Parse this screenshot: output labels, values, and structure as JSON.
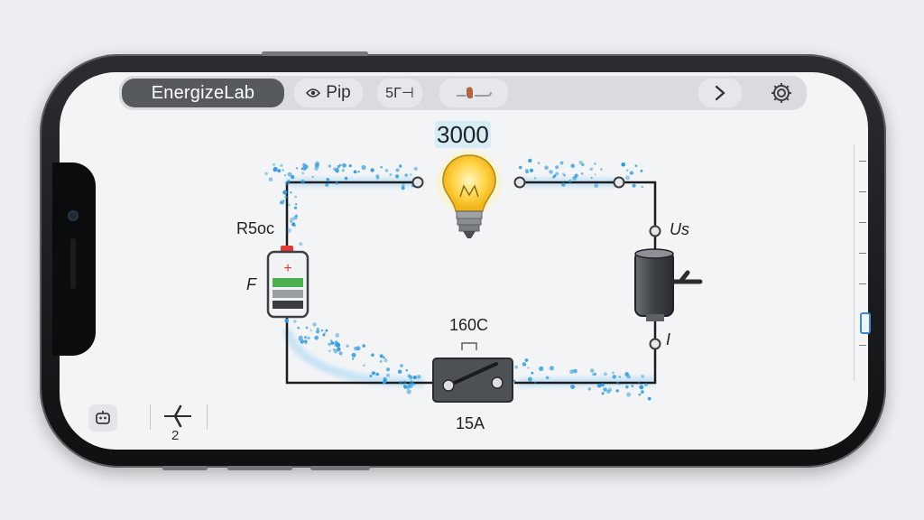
{
  "toolbar": {
    "app_title": "EnergizeLab",
    "pip_label": "Pip",
    "button_2_label": "5Γ⊣",
    "next_icon": "chevron-right-icon",
    "settings_icon": "gear-icon"
  },
  "circuit": {
    "lamp_value": "3000",
    "battery_label": "R5oc",
    "battery_side_label": "F",
    "motor_label_top": "Us",
    "motor_label_bottom": "I",
    "switch_label_top": "160C",
    "switch_label_bottom": "15A"
  },
  "bottom_bar": {
    "wire_count": "2"
  },
  "colors": {
    "wire": "#1c1d20",
    "electron_glow": "#3aa3e6",
    "bulb": "#ffd54a",
    "battery_green": "#4caf50",
    "battery_red": "#e53935",
    "toolbar_title_bg": "#56595e"
  }
}
